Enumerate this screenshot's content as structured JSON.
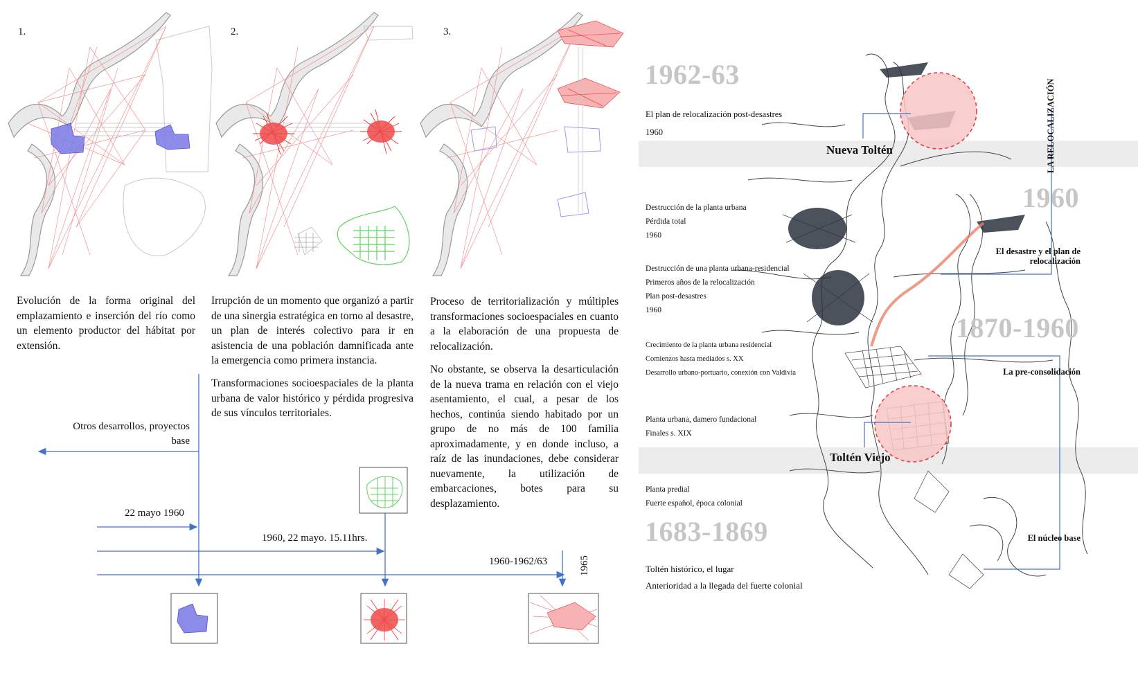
{
  "panels": [
    {
      "number": "1.",
      "text": "Evolución de la forma original del emplazamiento e inserción del río como un elemento productor del hábitat por extensión."
    },
    {
      "number": "2.",
      "text": "Irrupción de un momento que organizó a partir de una sinergia estratégica en torno al desastre, un plan de interés colectivo para ir en asistencia de una población damnificada ante la emergencia como primera instancia.",
      "text2": "Transformaciones socioespaciales de la planta urbana de valor histórico y pérdida progresiva de sus vínculos territoriales."
    },
    {
      "number": "3.",
      "text": "Proceso de territorialización y múltiples transformaciones socioespaciales en cuanto a la elaboración de una propuesta de relocalización.",
      "text2": "No obstante, se observa la desarticulación de la nueva trama en relación con el viejo asentamiento, el cual, a pesar de los hechos, continúa siendo habitado por un grupo de no más de 100 familia aproximadamente, y en donde incluso, a raíz de las inundaciones, debe considerar nuevamente, la utilización de embarcaciones, botes para su desplazamiento."
    }
  ],
  "timeline": {
    "other_label": "Otros desarrollos, proyectos base",
    "date1": "22 mayo 1960",
    "date2": "1960, 22 mayo. 15.11hrs.",
    "date3": "1960-1962/63",
    "date4": "1965"
  },
  "right": {
    "years": [
      "1962-63",
      "1960",
      "1870-1960",
      "1683-1869"
    ],
    "plan_note": [
      "El plan de relocalización post-desastres",
      "1960"
    ],
    "destruction_note": [
      "Destrucción de la planta urbana",
      "Pérdida total",
      "1960"
    ],
    "destruction_res_note": [
      "Destrucción de una planta urbana-residencial",
      "Primeros años de la relocalización",
      "Plan post-desastres",
      "1960"
    ],
    "growth_note": [
      "Crecimiento de la planta urbana residencial",
      "Comienzos hasta mediados s. XX",
      "Desarrollo urbano-portuario, conexión con Valdivia"
    ],
    "damero_note": [
      "Planta urbana, damero fundacional",
      "Finales s. XIX"
    ],
    "predial_note": [
      "Planta predial",
      "Fuerte español, época colonial"
    ],
    "historic_note": [
      "Toltén histórico, el lugar",
      "Anterioridad a la llegada del fuerte colonial"
    ],
    "place_new": "Nueva Toltén",
    "place_old": "Toltén Viejo",
    "phase_relocation": "La relocalización",
    "phase_disaster": "El desastre y el plan de relocalización",
    "phase_preconsolidation": "La pre-consolidación",
    "phase_core": "El núcleo base"
  },
  "colors": {
    "red": "#f08080",
    "blue": "#6a6ae0",
    "green": "#5fd35f",
    "arrow": "#4472c4",
    "year_gray": "#c6c6c6",
    "circle": "#f4b8b8"
  }
}
